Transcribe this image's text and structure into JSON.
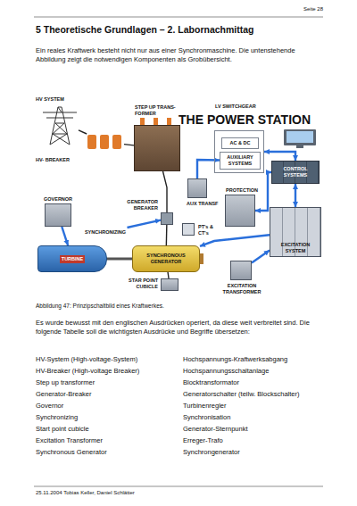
{
  "diagram": {
    "title": "5 Theoretische Grundlagen – 2. Labornachmittag",
    "caption": "Abbildung 47: Prinzipschaltbild eines Kraftwerkes.",
    "nodes": [
      {
        "text": [
          "HV SYSTEM"
        ]
      },
      {
        "text": [
          "HV- BREAKER"
        ]
      },
      {
        "text": [
          "STEP UP TRANS- FORMER"
        ]
      },
      {
        "text": [
          "LV SWITCHGEAR"
        ]
      },
      {
        "text": [
          "AC & DC"
        ],
        "in": 3
      },
      {
        "text": [
          "AUXILIARY SYSTEMS"
        ],
        "in": 3
      },
      {
        "text": [
          "AUX TRANSF"
        ]
      },
      {
        "text": [
          "PROTECTION"
        ]
      },
      {
        "text": [
          "CONTROL SYSTEMS"
        ]
      },
      {
        "text": [
          "GOVERNOR"
        ]
      },
      {
        "text": [
          "GENERATOR BREAKER"
        ]
      },
      {
        "text": [
          "PT's & CT's"
        ]
      },
      {
        "text": [
          "EXCITATION SYSTEM"
        ]
      },
      {
        "text": [
          "SYNCHRONIZING"
        ]
      },
      {
        "text": [
          "TURBINE"
        ]
      },
      {
        "text": [
          "SYNCHRONOUS GENERATOR"
        ]
      },
      {
        "text": [
          "STAR POINT CUBICLE"
        ]
      },
      {
        "text": [
          "EXCITATION TRANSFORMER"
        ]
      }
    ],
    "edges": [
      {
        "from": 0,
        "to": 1,
        "arrow": "none"
      },
      {
        "from": 1,
        "to": 2,
        "arrow": "none"
      },
      {
        "from": 2,
        "to": 10,
        "arrow": "none"
      },
      {
        "from": 10,
        "to": 15,
        "arrow": "none"
      },
      {
        "from": 15,
        "to": 16,
        "arrow": "none"
      },
      {
        "from": 9,
        "to": 14,
        "arrow": "to"
      },
      {
        "from": 13,
        "to": 10,
        "arrow": "to"
      },
      {
        "from": 3,
        "to": 8,
        "arrow": "both"
      },
      {
        "from": 7,
        "to": 8,
        "arrow": "both"
      },
      {
        "from": 8,
        "to": 12,
        "arrow": "both"
      },
      {
        "from": 17,
        "to": 12,
        "arrow": "to"
      },
      {
        "from": 12,
        "to": 15,
        "arrow": "to"
      },
      {
        "from": 6,
        "to": 5,
        "arrow": "to"
      }
    ],
    "labels": [
      "Seite 28",
      "THE POWER STATION",
      "Ein reales Kraftwerk besteht nicht nur aus einer Synchronmaschine. Die untenstehende Abbildung zeigt die notwendigen Komponenten als Grobübersicht.",
      "Es wurde bewusst mit den englischen Ausdrücken operiert, da diese weit verbreitet sind. Die folgende Tabelle soll die wichtigsten Ausdrücke und Begriffe übersetzen:",
      "HV-System (High-voltage-System)",
      "Hochspannungs-Kraftwerksabgang",
      "HV-Breaker (High-voltage Breaker)",
      "Hochspannungsschaltanlage",
      "Step up transformer",
      "Blocktransformator",
      "Generator-Breaker",
      "Generatorschalter (teilw. Blockschalter)",
      "Governor",
      "Turbinenregler",
      "Synchronizing",
      "Synchronisation",
      "Start point cubicle",
      "Generator-Sternpunkt",
      "Excitation Transformer",
      "Erreger-Trafo",
      "Synchronous Generator",
      "Synchrongenerator",
      "25.11.2004 Tobias Keller, Daniel Schlätter"
    ]
  }
}
